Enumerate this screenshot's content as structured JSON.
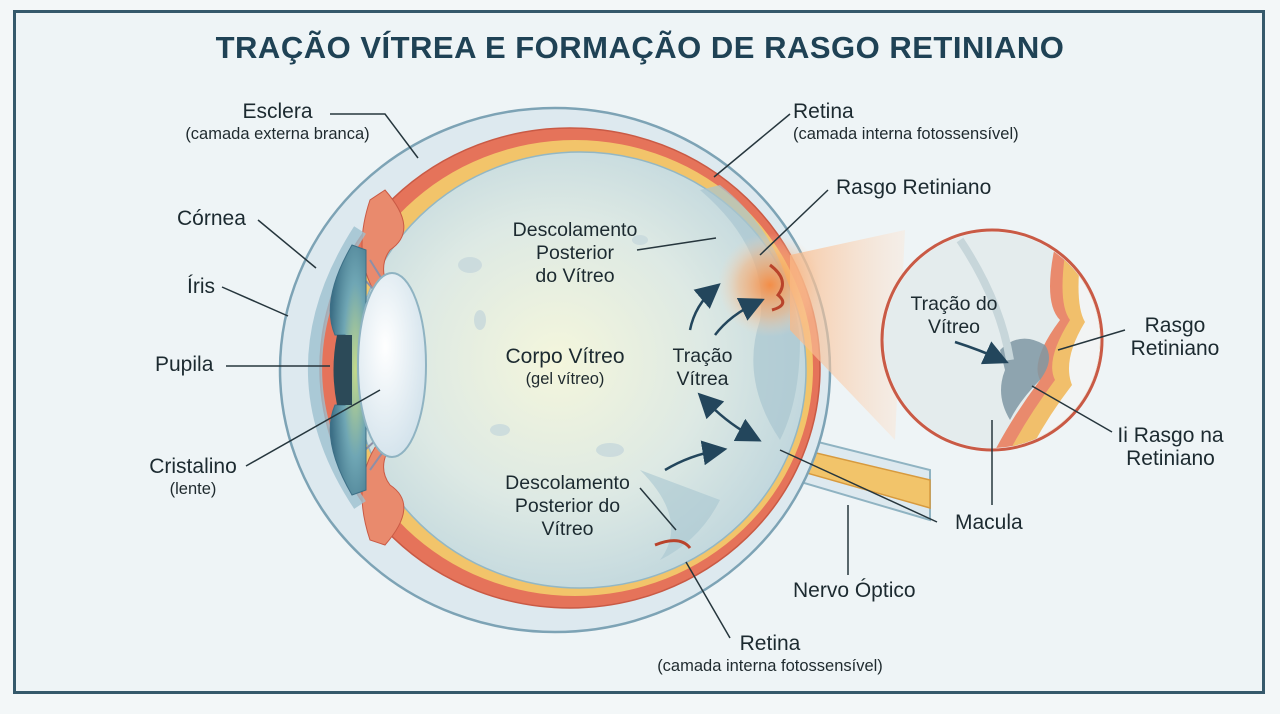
{
  "title": "TRAÇÃO VÍTREA E FORMAÇÃO DE RASGO RETINIANO",
  "labels": {
    "esclera": {
      "name": "Esclera",
      "sub": "(camada externa branca)"
    },
    "retina_top": {
      "name": "Retina",
      "sub": "(camada interna fotossensível)"
    },
    "rasgo_main": "Rasgo Retiniano",
    "cornea": "Córnea",
    "iris": "Íris",
    "pupila": "Pupila",
    "cristalino": {
      "name": "Cristalino",
      "sub": "(lente)"
    },
    "dpv_top": [
      "Descolamento",
      "Posterior",
      "do Vítreo"
    ],
    "corpo_vitreo": {
      "name": "Corpo Vítreo",
      "sub": "(gel vítreo)"
    },
    "tracao_vitrea": [
      "Tração",
      "Vítrea"
    ],
    "dpv_bottom": [
      "Descolamento",
      "Posterior do",
      "Vítreo"
    ],
    "macula": "Macula",
    "nervo_optico": "Nervo Óptico",
    "retina_bottom": {
      "name": "Retina",
      "sub": "(camada interna fotossensível)"
    },
    "inset_tracao": [
      "Tração do",
      "Vítreo"
    ],
    "inset_rasgo": [
      "Rasgo",
      "Retiniano"
    ],
    "inset_rasgo2": [
      "Ii Rasgo na",
      "Retiniano"
    ]
  },
  "colors": {
    "title": "#1f4255",
    "sclera": "#dde9ef",
    "choroid": "#e5735a",
    "retina": "#f2c46a",
    "vitreous": "#dbe8e6",
    "arrow": "#23465c",
    "tear_glow": "#f79a55"
  }
}
